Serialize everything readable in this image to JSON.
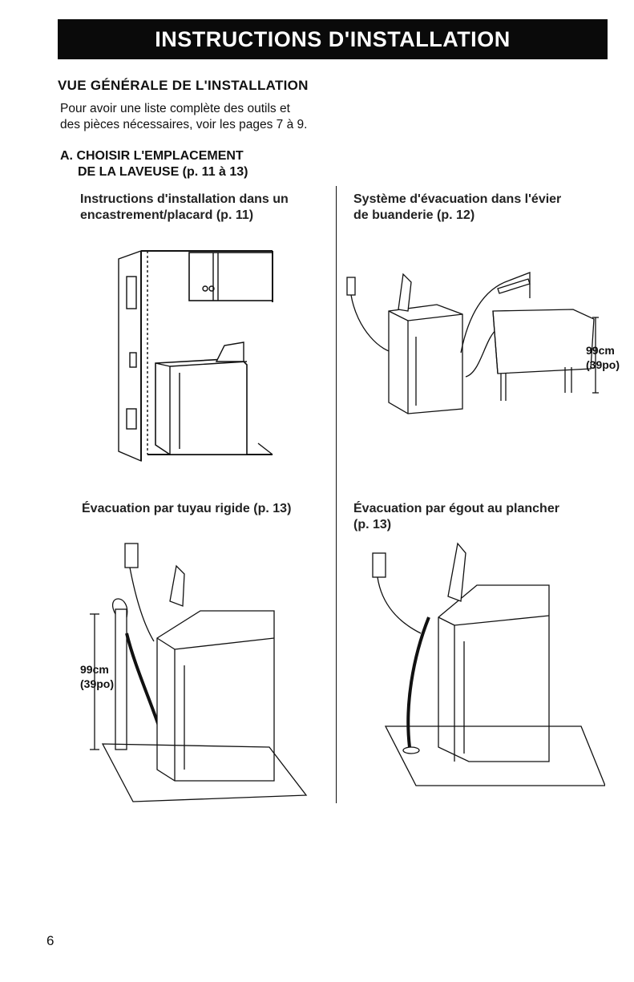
{
  "header": {
    "title": "INSTRUCTIONS D'INSTALLATION"
  },
  "section": {
    "title": "VUE GÉNÉRALE DE L'INSTALLATION",
    "intro_line1": "Pour avoir une liste complète des outils et",
    "intro_line2": "des pièces nécessaires, voir les pages 7 à 9."
  },
  "step_a": {
    "line1": "A. CHOISIR L'EMPLACEMENT",
    "line2": "DE LA LAVEUSE (p. 11 à 13)"
  },
  "captions": {
    "closet_line1": "Instructions d'installation dans un",
    "closet_line2": "encastrement/placard (p. 11)",
    "laundry_tub_line1": "Système d'évacuation dans l'évier",
    "laundry_tub_line2": "de buanderie (p. 12)",
    "standpipe": "Évacuation par tuyau rigide (p. 13)",
    "floor_drain_line1": "Évacuation par égout au plancher",
    "floor_drain_line2": "(p. 13)"
  },
  "dimensions": {
    "height_cm": "99cm",
    "height_in": "(39po)"
  },
  "page_number": "6"
}
